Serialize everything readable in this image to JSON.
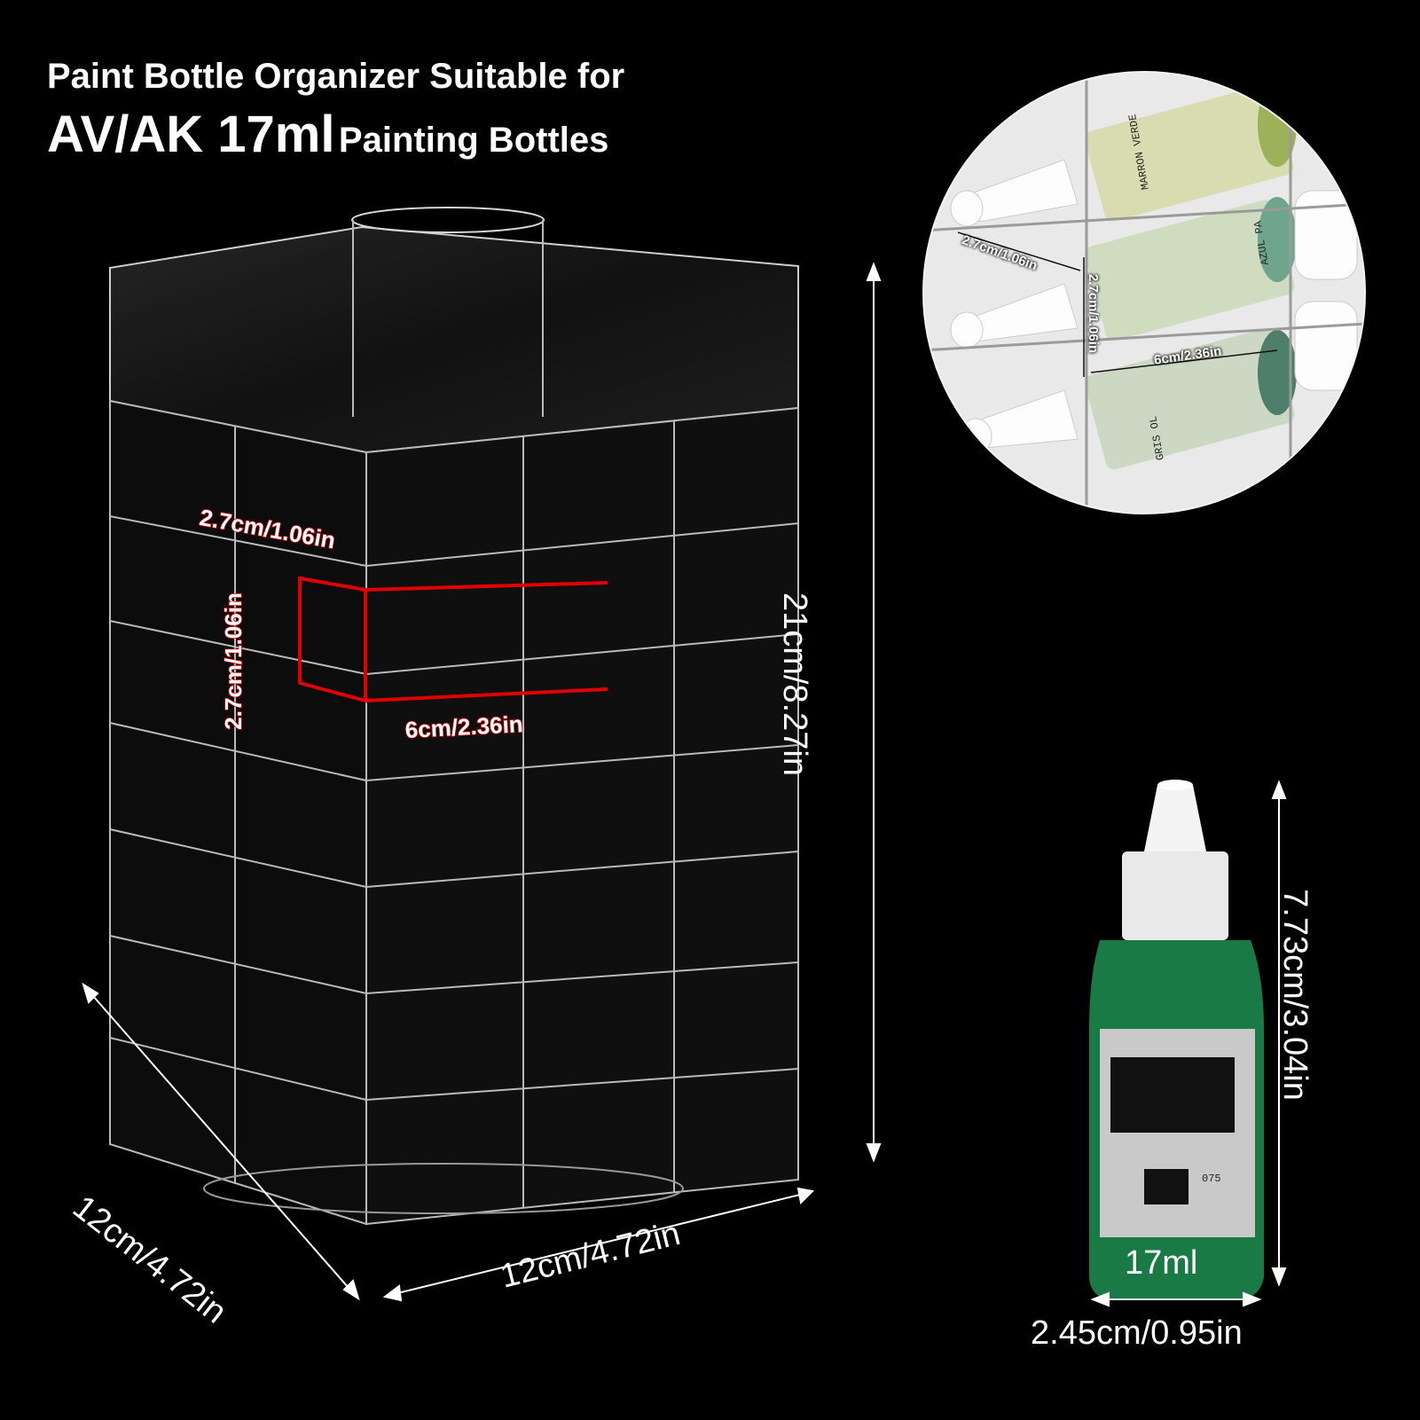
{
  "headline": {
    "line1": "Paint Bottle Organizer Suitable for",
    "line2_big": "AV/AK 17ml",
    "line2_small": "Painting Bottles"
  },
  "organizer_dimensions": {
    "height": "21cm/8.27in",
    "width_left": "12cm/4.72in",
    "width_right": "12cm/4.72in",
    "slot_width": "2.7cm/1.06in",
    "slot_height": "2.7cm/1.06in",
    "slot_depth": "6cm/2.36in"
  },
  "inset_dimensions": {
    "slot_width": "2.7cm/1.06in",
    "slot_height": "2.7cm/1.06in",
    "slot_depth": "6cm/2.36in",
    "bottle_labels": [
      "MARRON VERDE",
      "AZUL PA",
      "GRIS OL"
    ]
  },
  "bottle": {
    "height": "7.73cm/3.04in",
    "width": "2.45cm/0.95in",
    "volume": "17ml",
    "code": "075",
    "color": "#1a7a45"
  },
  "colors": {
    "background": "#000000",
    "highlight": "#e00000"
  }
}
